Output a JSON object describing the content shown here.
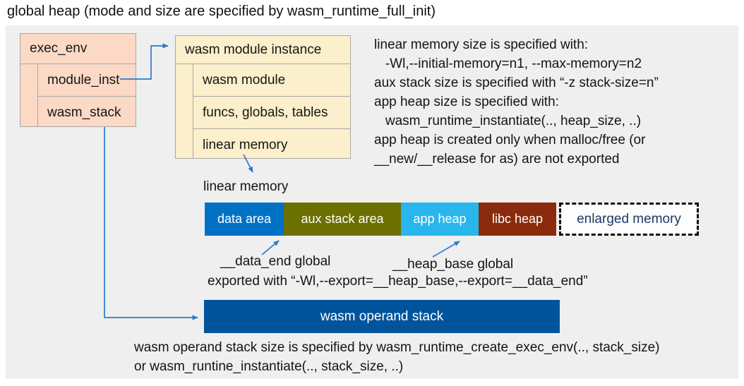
{
  "title": "global heap (mode and size are specified by wasm_runtime_full_init)",
  "exec_env": {
    "header": "exec_env",
    "rows": [
      "module_inst",
      "wasm_stack"
    ]
  },
  "module_instance": {
    "header": "wasm module instance",
    "rows": [
      "wasm module",
      "funcs, globals, tables",
      "linear memory"
    ]
  },
  "notes_right": "linear memory size is specified with:\n   -Wl,--initial-memory=n1, --max-memory=n2\naux stack size is specified with “-z stack-size=n”\napp heap size is specified with:\n   wasm_runtime_instantiate(.., heap_size, ..)\napp heap is created only when malloc/free (or\n__new/__release for as) are not exported",
  "linear_memory": {
    "label": "linear memory",
    "segments": [
      {
        "label": "data area",
        "color": "#0071c5"
      },
      {
        "label": "aux stack area",
        "color": "#6c7000"
      },
      {
        "label": "app heap",
        "color": "#29b6ec"
      },
      {
        "label": "libc heap",
        "color": "#8a2b0d"
      }
    ],
    "enlarged": {
      "label": "enlarged memory",
      "text_color": "#1c3966"
    }
  },
  "annotations": {
    "data_end": "__data_end global",
    "heap_base": "__heap_base global",
    "exported": "exported with “-Wl,--export=__heap_base,--export=__data_end”"
  },
  "operand_stack": {
    "label": "wasm operand stack",
    "color": "#00549c"
  },
  "notes_bottom": "wasm operand stack size is specified by wasm_runtime_create_exec_env(.., stack_size)\nor wasm_runtine_instantiate(.., stack_size, ..)",
  "colors": {
    "canvas_background": "#efefef",
    "box_pink": "#fbd9c5",
    "box_cream": "#fcefcb",
    "box_border": "#a8a8a8",
    "arrow": "#2b7bce"
  }
}
